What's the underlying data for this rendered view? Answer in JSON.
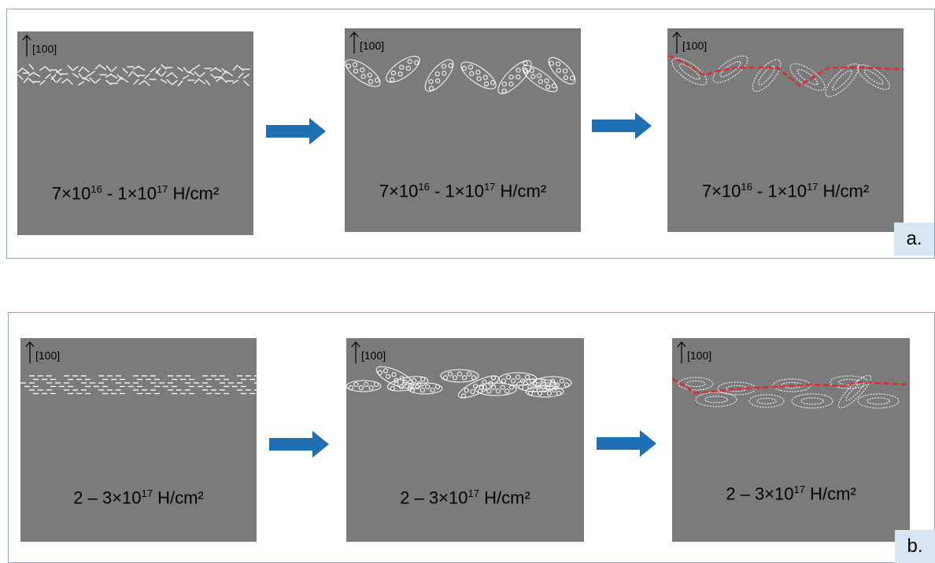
{
  "groups": [
    {
      "tag": "a.",
      "direction_label": "[100]",
      "dose": {
        "m1": "7×10",
        "e1": "16",
        "m2": " - 1×10",
        "e2": "17",
        "unit": " H/cm²"
      }
    },
    {
      "tag": "b.",
      "direction_label": "[100]",
      "dose": {
        "m1": "2 – 3×10",
        "e1": "17",
        "unit": " H/cm²"
      }
    }
  ],
  "colors": {
    "panel": "#7b7b7b",
    "arrow": "#1f6fb5",
    "crack_line": "#e8262c",
    "frame": "#8aa7c7",
    "tag_bg": "#d9e6f2"
  },
  "icons": [
    "direction-arrow-icon",
    "step-arrow-icon"
  ]
}
